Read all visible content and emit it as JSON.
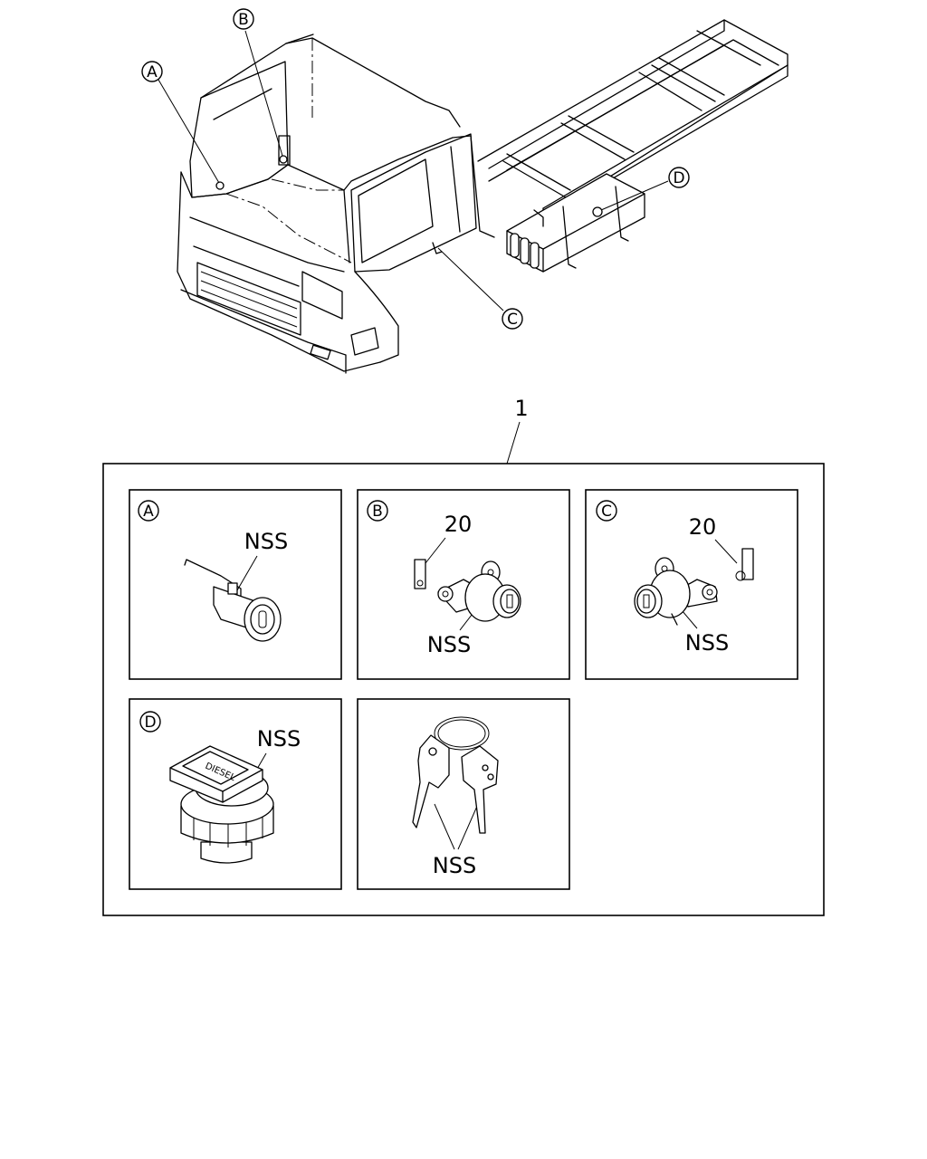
{
  "callouts": {
    "a": "A",
    "b": "B",
    "c": "C",
    "d": "D"
  },
  "assembly_ref": "1",
  "panels": [
    {
      "id": "A",
      "labels": [
        "NSS"
      ]
    },
    {
      "id": "B",
      "labels": [
        "20",
        "NSS"
      ]
    },
    {
      "id": "C",
      "labels": [
        "20",
        "NSS"
      ]
    },
    {
      "id": "D",
      "labels": [
        "NSS"
      ]
    },
    {
      "id": "",
      "labels": [
        "NSS"
      ]
    }
  ],
  "diesel_cap_text": "DIESEL"
}
